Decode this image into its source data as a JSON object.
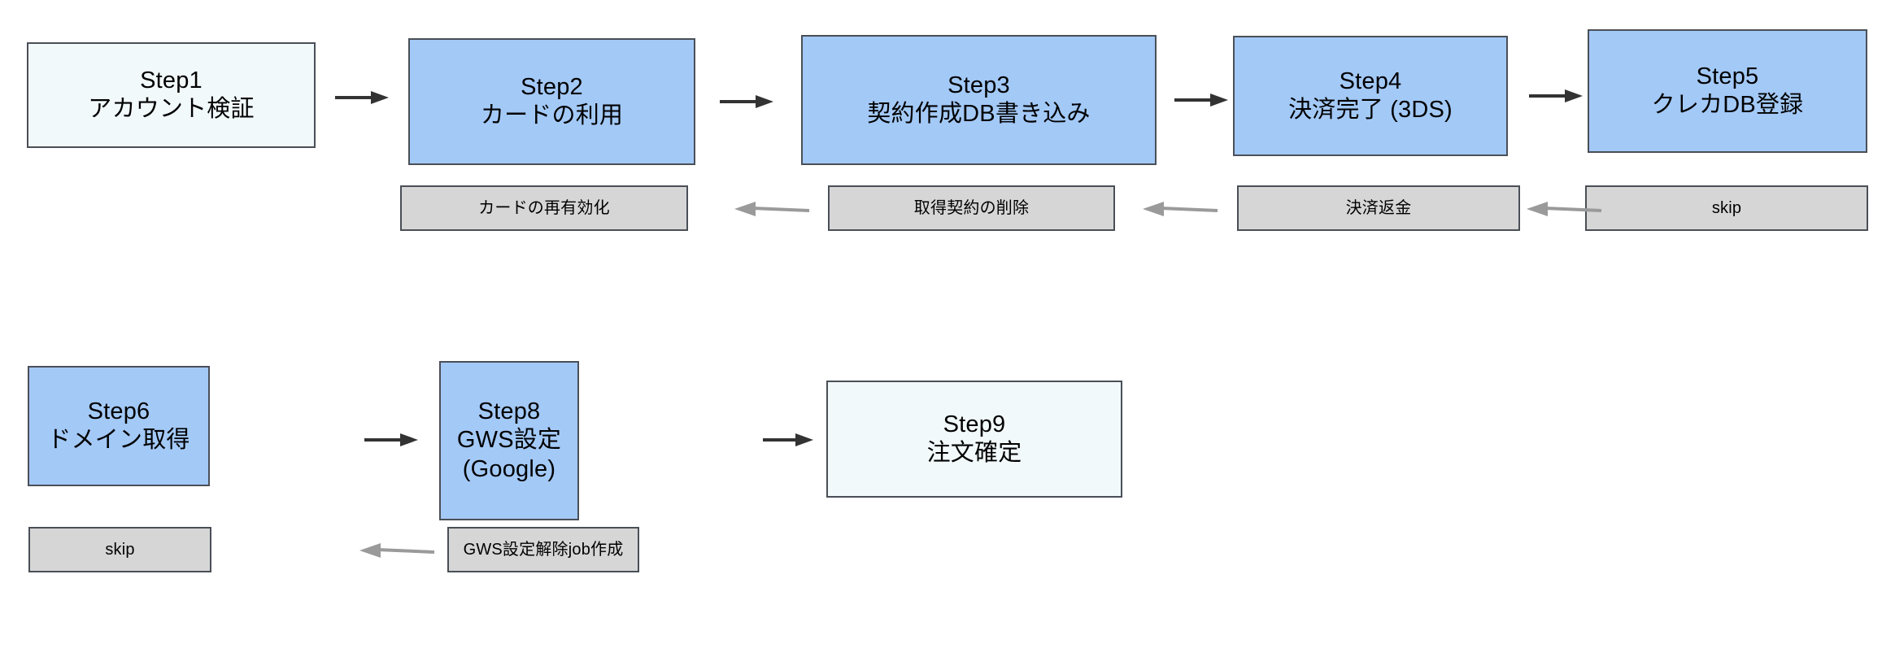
{
  "diagram": {
    "title_present": false,
    "colors": {
      "step_fill": "#a3c9f7",
      "step_light_fill": "#f2f9fb",
      "rollback_fill": "#d6d6d6",
      "border": "#4a4f57",
      "forward_arrow": "#333333",
      "rollback_arrow": "#9a9a9a",
      "background": "#ffffff"
    },
    "rows": {
      "row1_steps": [
        {
          "id": "step1",
          "label": "Step1\nアカウント検証",
          "style": "light"
        },
        {
          "id": "step2",
          "label": "Step2\nカードの利用",
          "style": "blue"
        },
        {
          "id": "step3",
          "label": "Step3\n契約作成DB書き込み",
          "style": "blue"
        },
        {
          "id": "step4",
          "label": "Step4\n決済完了 (3DS)",
          "style": "blue"
        },
        {
          "id": "step5",
          "label": "Step5\nクレカDB登録",
          "style": "blue"
        }
      ],
      "row1_rollbacks": [
        {
          "id": "rb-card",
          "label": "カードの再有効化"
        },
        {
          "id": "rb-contract",
          "label": "取得契約の削除"
        },
        {
          "id": "rb-refund",
          "label": "決済返金"
        },
        {
          "id": "rb-skip-top",
          "label": "skip"
        }
      ],
      "row2_steps": [
        {
          "id": "step6",
          "label": "Step6\nドメイン取得",
          "style": "blue"
        },
        {
          "id": "step8",
          "label": "Step8\nGWS設定\n(Google)",
          "style": "blue"
        },
        {
          "id": "step9",
          "label": "Step9\n注文確定",
          "style": "light"
        }
      ],
      "row2_rollbacks": [
        {
          "id": "rb-skip-bottom",
          "label": "skip"
        },
        {
          "id": "rb-gws",
          "label": "GWS設定解除job作成"
        }
      ]
    },
    "arrows": {
      "forward": [
        {
          "id": "step1-to-step2",
          "direction": "right"
        },
        {
          "id": "step2-to-step3",
          "direction": "right"
        },
        {
          "id": "step3-to-step4",
          "direction": "right"
        },
        {
          "id": "step4-to-step5",
          "direction": "right"
        },
        {
          "id": "step6-to-step8",
          "direction": "right"
        },
        {
          "id": "step8-to-step9",
          "direction": "right"
        }
      ],
      "rollback": [
        {
          "id": "rb-contract-to-rb-card",
          "direction": "left"
        },
        {
          "id": "rb-refund-to-rb-contract",
          "direction": "left"
        },
        {
          "id": "rb-skip-top-to-rb-refund",
          "direction": "left"
        },
        {
          "id": "rb-gws-to-rb-skip-bottom",
          "direction": "left"
        }
      ]
    }
  }
}
